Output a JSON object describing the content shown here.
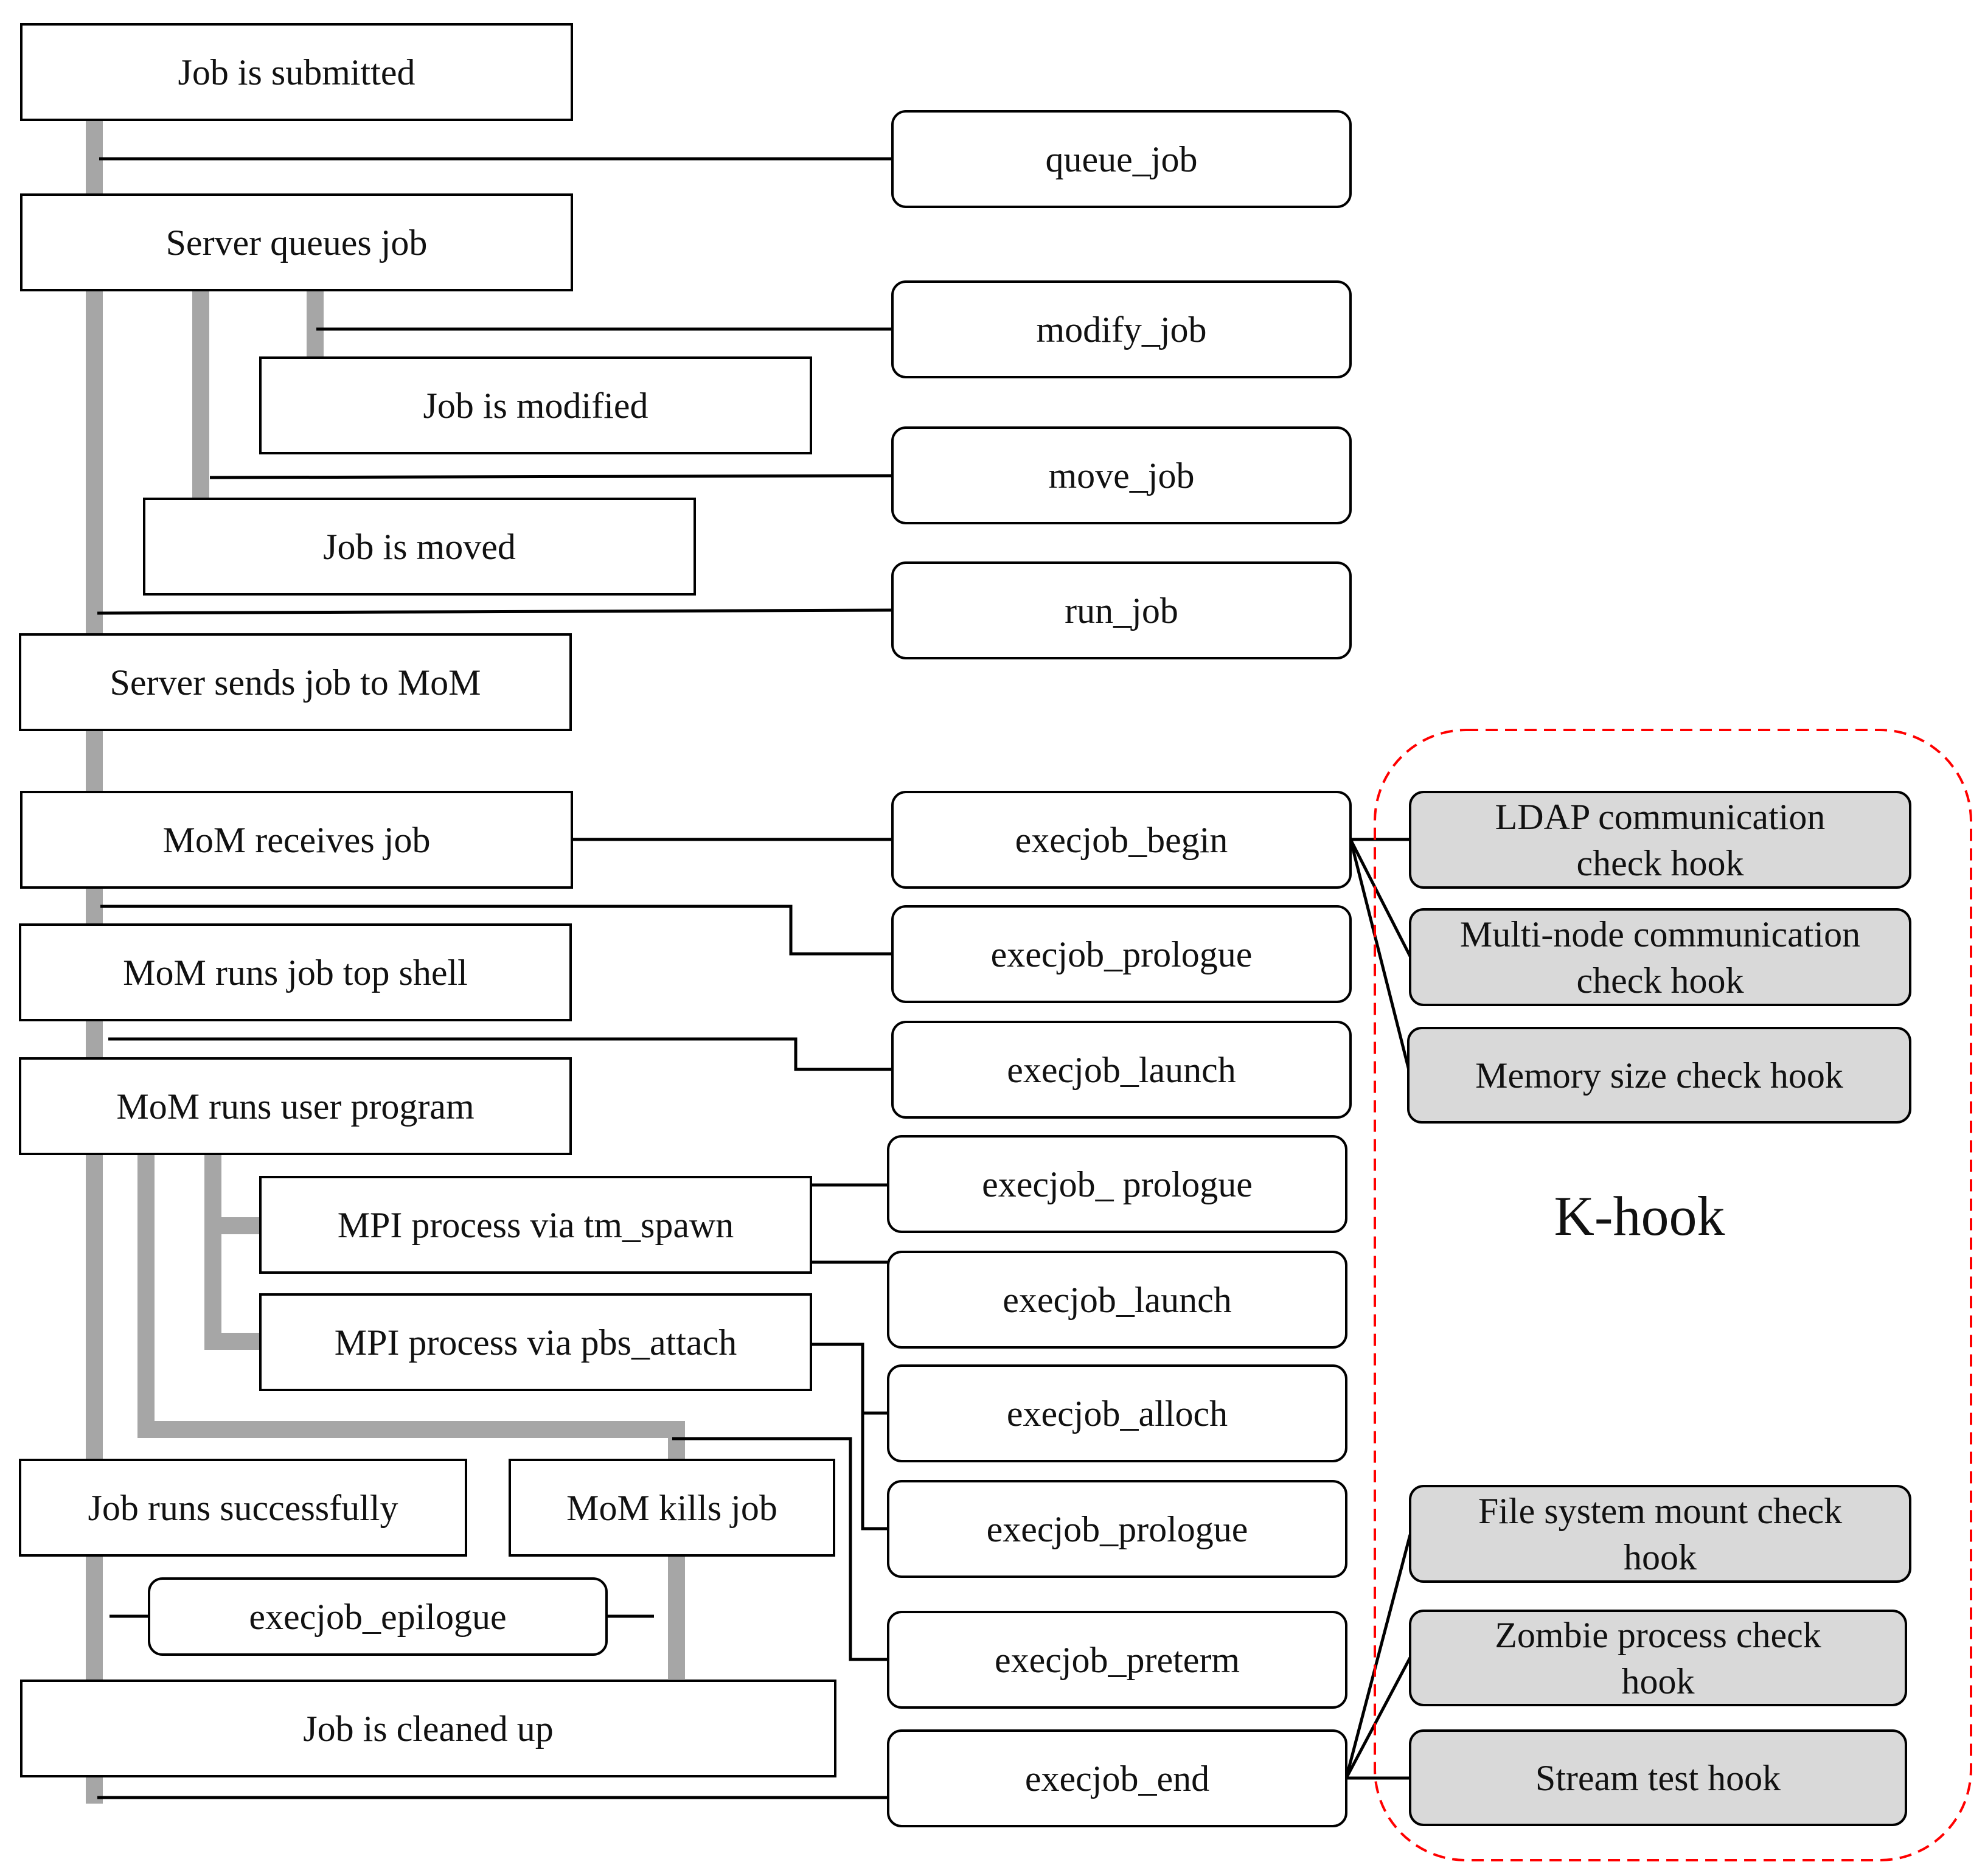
{
  "colors": {
    "trunk": "#a6a6a6",
    "connector": "#000000",
    "box_border": "#000000",
    "check_hook_fill": "#d9d9d9",
    "khook_region": "#ff0000",
    "khook_label": "#ff0000"
  },
  "events": [
    {
      "id": "job-submitted",
      "label": "Job is submitted"
    },
    {
      "id": "server-queues-job",
      "label": "Server queues job"
    },
    {
      "id": "job-modified",
      "label": "Job is modified"
    },
    {
      "id": "job-moved",
      "label": "Job is moved"
    },
    {
      "id": "server-sends-job",
      "label": "Server sends job to MoM"
    },
    {
      "id": "mom-receives-job",
      "label": "MoM receives job"
    },
    {
      "id": "mom-runs-top-shell",
      "label": "MoM runs job top shell"
    },
    {
      "id": "mom-runs-user-program",
      "label": "MoM runs user program"
    },
    {
      "id": "mpi-tm-spawn",
      "label": "MPI process via tm_spawn"
    },
    {
      "id": "mpi-pbs-attach",
      "label": "MPI process via pbs_attach"
    },
    {
      "id": "job-runs-successfully",
      "label": "Job runs successfully"
    },
    {
      "id": "mom-kills-job",
      "label": "MoM kills job"
    },
    {
      "id": "job-cleaned-up",
      "label": "Job is cleaned up"
    }
  ],
  "hooks": [
    {
      "id": "queue-job",
      "label": "queue_job"
    },
    {
      "id": "modify-job",
      "label": "modify_job"
    },
    {
      "id": "move-job",
      "label": "move_job"
    },
    {
      "id": "run-job",
      "label": "run_job"
    },
    {
      "id": "execjob-begin",
      "label": "execjob_begin"
    },
    {
      "id": "execjob-prologue-1",
      "label": "execjob_prologue"
    },
    {
      "id": "execjob-launch-1",
      "label": "execjob_launch"
    },
    {
      "id": "execjob-prologue-2",
      "label": "execjob_ prologue"
    },
    {
      "id": "execjob-launch-2",
      "label": "execjob_launch"
    },
    {
      "id": "execjob-alloch",
      "label": "execjob_alloch"
    },
    {
      "id": "execjob-prologue-3",
      "label": "execjob_prologue"
    },
    {
      "id": "execjob-preterm",
      "label": "execjob_preterm"
    },
    {
      "id": "execjob-end",
      "label": "execjob_end"
    },
    {
      "id": "execjob-epilogue",
      "label": "execjob_epilogue"
    }
  ],
  "check_hooks": [
    {
      "id": "ldap-check",
      "lines": [
        "LDAP communication",
        "check hook"
      ]
    },
    {
      "id": "multinode-check",
      "lines": [
        "Multi-node communication",
        "check hook"
      ]
    },
    {
      "id": "memory-check",
      "lines": [
        "Memory size check hook"
      ]
    },
    {
      "id": "fs-mount-check",
      "lines": [
        "File system mount  check",
        "hook"
      ]
    },
    {
      "id": "zombie-check",
      "lines": [
        "Zombie process check",
        "hook"
      ]
    },
    {
      "id": "stream-test",
      "lines": [
        "Stream test hook"
      ]
    }
  ],
  "khook_label": "K-hook"
}
